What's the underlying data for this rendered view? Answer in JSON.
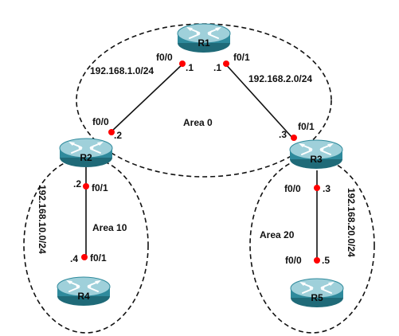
{
  "colors": {
    "router_top": "#a8d6df",
    "router_body": "#2f8a9c",
    "router_shade": "#1f6a78",
    "port_dot": "#ff0000",
    "line": "#111111"
  },
  "icons": {
    "router": "router-icon"
  },
  "areas": [
    {
      "id": "area0",
      "label": "Area 0"
    },
    {
      "id": "area10",
      "label": "Area 10"
    },
    {
      "id": "area20",
      "label": "Area 20"
    }
  ],
  "routers": [
    {
      "id": "r1",
      "name": "R1"
    },
    {
      "id": "r2",
      "name": "R2"
    },
    {
      "id": "r3",
      "name": "R3"
    },
    {
      "id": "r4",
      "name": "R4"
    },
    {
      "id": "r5",
      "name": "R5"
    }
  ],
  "links": [
    {
      "id": "r1-r2",
      "network": "192.168.1.0/24",
      "a_iface": "f0/0",
      "a_host": ".1",
      "b_iface": "f0/0",
      "b_host": ".2"
    },
    {
      "id": "r1-r3",
      "network": "192.168.2.0/24",
      "a_iface": "f0/1",
      "a_host": ".1",
      "b_iface": "f0/1",
      "b_host": ".3"
    },
    {
      "id": "r2-r4",
      "network": "192.168.10.0/24",
      "a_iface": "f0/1",
      "a_host": ".2",
      "b_iface": "f0/1",
      "b_host": ".4"
    },
    {
      "id": "r3-r5",
      "network": "192.168.20.0/24",
      "a_iface": "f0/0",
      "a_host": ".3",
      "b_iface": "f0/0",
      "b_host": ".5"
    }
  ]
}
